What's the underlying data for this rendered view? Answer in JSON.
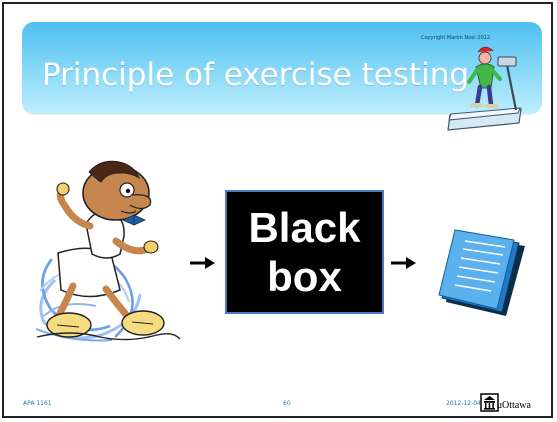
{
  "slide": {
    "copyright": "Copyright Martin Noel 2012",
    "title": "Principle of exercise testing",
    "black_box": {
      "line1": "Black",
      "line2": "box"
    },
    "footer": {
      "course": "APA 1161",
      "page_number": "60",
      "date": "2012-12-04",
      "institution": "uOttawa"
    }
  },
  "colors": {
    "title_blue": "#4fc0f0",
    "box_border": "#4a78c8",
    "footer_text": "#1d7fae"
  },
  "icons": {
    "treadmill": "treadmill-runner-icon",
    "runner": "cartoon-runner-icon",
    "arrow": "right-arrow-icon",
    "paper": "paper-stack-icon",
    "logo": "university-building-icon"
  }
}
